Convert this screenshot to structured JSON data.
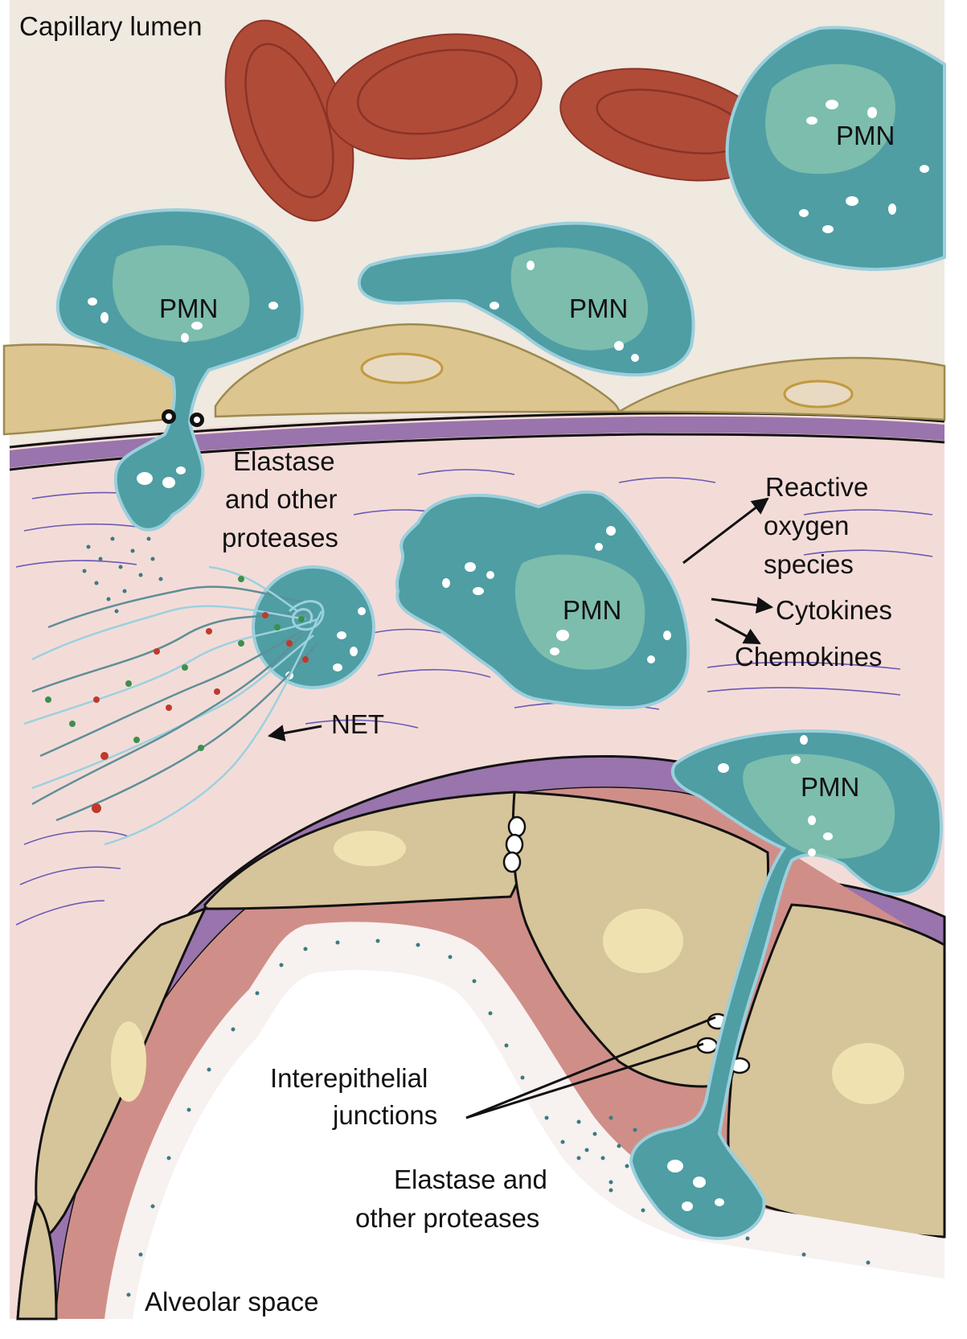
{
  "labels": {
    "capillary_lumen": "Capillary lumen",
    "pmn": "PMN",
    "elastase_top_1": "Elastase",
    "elastase_top_2": "and other",
    "elastase_top_3": "proteases",
    "ros_1": "Reactive",
    "ros_2": "oxygen",
    "ros_3": "species",
    "cytokines": "Cytokines",
    "chemokines": "Chemokines",
    "net": "NET",
    "junctions_1": "Interepithelial",
    "junctions_2": "junctions",
    "elastase_bottom_1": "Elastase and",
    "elastase_bottom_2": "other proteases",
    "alveolar_space": "Alveolar space"
  },
  "colors": {
    "plasma": "#efe9e0",
    "interstitium": "#f3dcd8",
    "basement_membrane": "#9a74ac",
    "neutrophil": "#4e9ea4",
    "red_cell": "#b04b38",
    "epithelium": "#d6c49a"
  }
}
